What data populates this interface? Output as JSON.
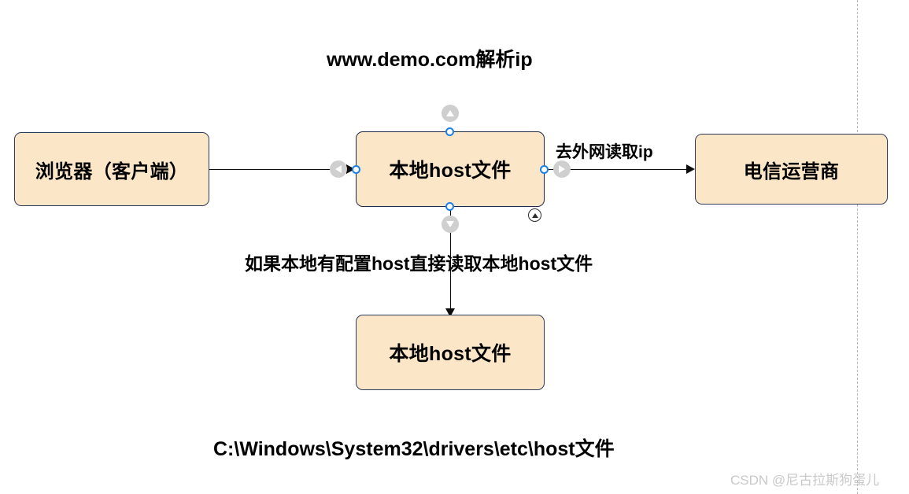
{
  "diagram": {
    "title": "www.demo.com解析ip",
    "nodes": [
      {
        "id": "browser",
        "label": "浏览器（客户端）",
        "font_size": "24px"
      },
      {
        "id": "host-file",
        "label": "本地host文件",
        "font_size": "25px"
      },
      {
        "id": "isp",
        "label": "电信运营商",
        "font_size": "24px"
      },
      {
        "id": "host-file-2",
        "label": "本地host文件",
        "font_size": "25px"
      }
    ],
    "edges": [
      {
        "id": "browser-to-host",
        "label": ""
      },
      {
        "id": "host-to-isp",
        "label": "去外网读取ip"
      },
      {
        "id": "host-to-local",
        "label": "如果本地有配置host直接读取本地host文件"
      }
    ],
    "caption": "C:\\Windows\\System32\\drivers\\etc\\host文件",
    "colors": {
      "node_fill": "#fce6c8",
      "node_border": "#2d3a5c",
      "edge_stroke": "#0d0d0d",
      "handle_accent": "#1a7fe8",
      "canvas": "#ffffff"
    }
  },
  "watermark": {
    "text": "CSDN @尼古拉斯狗蛋儿"
  }
}
